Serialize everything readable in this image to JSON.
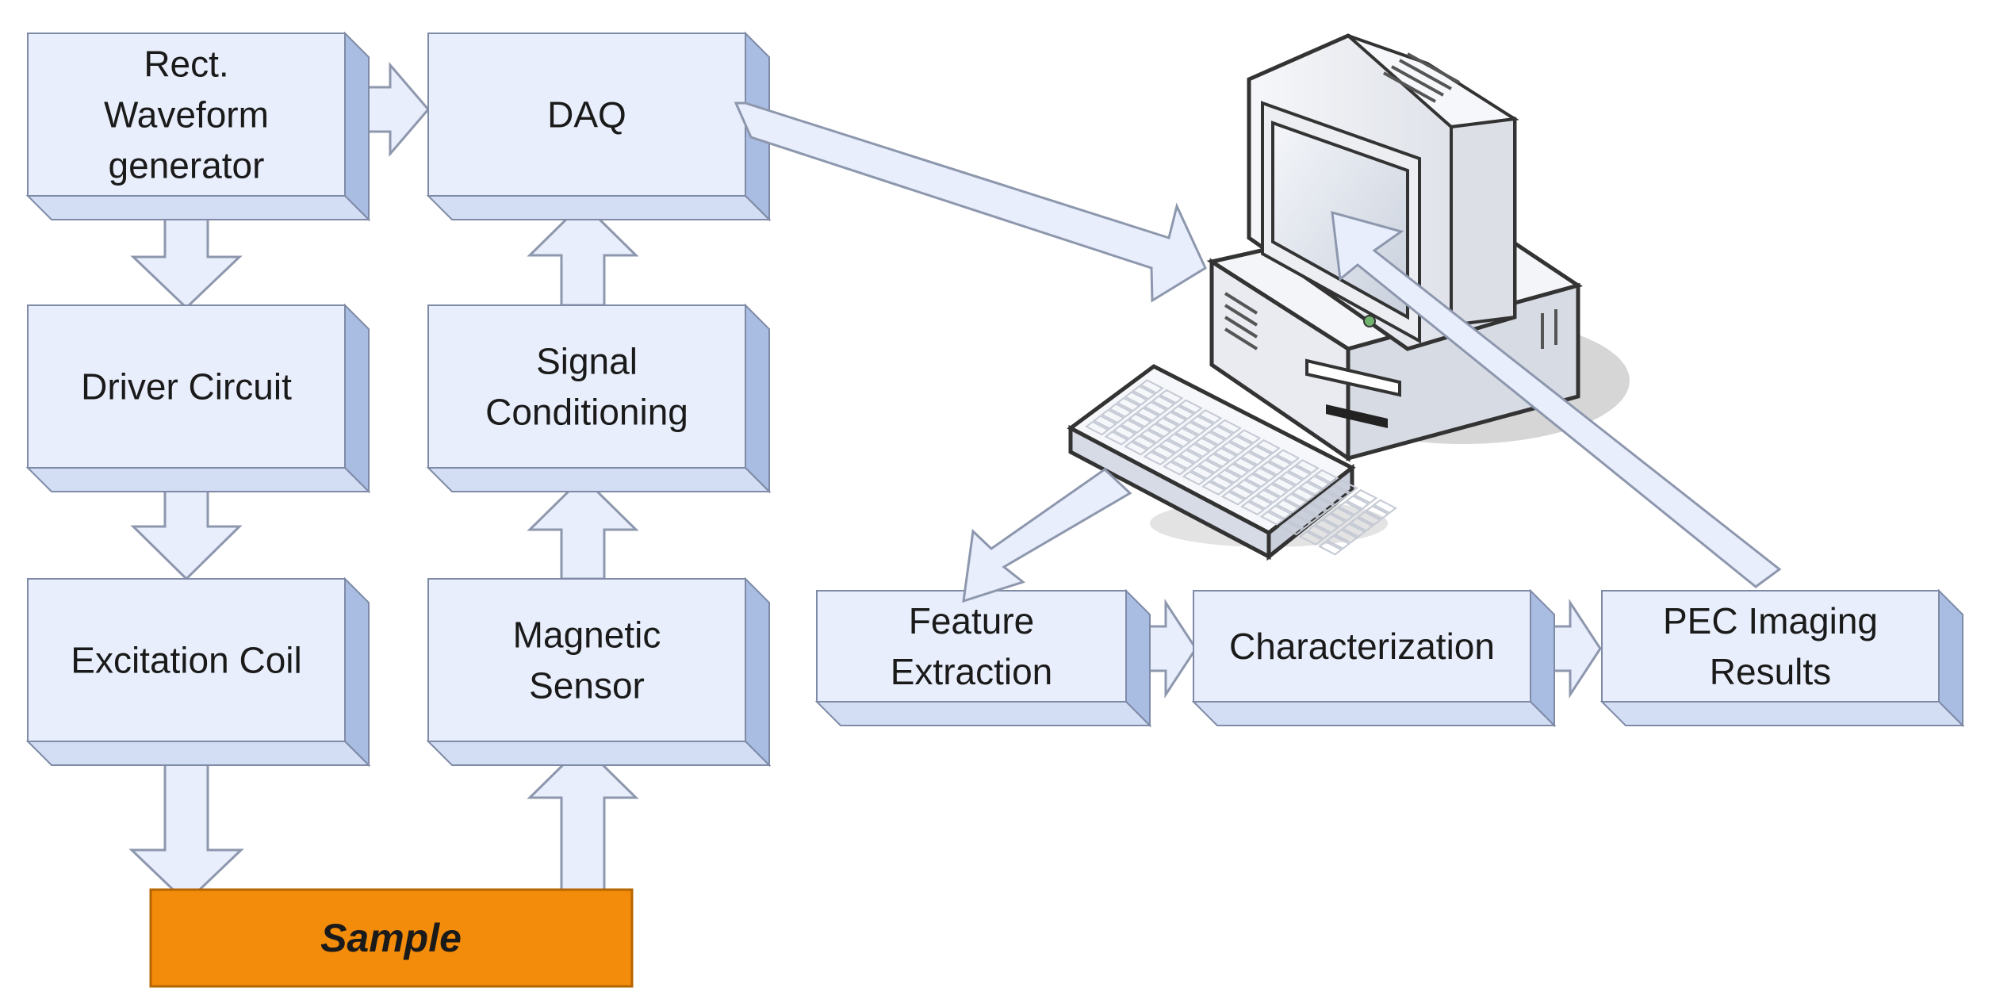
{
  "blocks": {
    "waveform_generator": [
      "Rect.",
      "Waveform",
      "generator"
    ],
    "daq": [
      "DAQ"
    ],
    "driver_circuit": [
      "Driver Circuit"
    ],
    "signal_conditioning": [
      "Signal",
      "Conditioning"
    ],
    "excitation_coil": [
      "Excitation Coil"
    ],
    "magnetic_sensor": [
      "Magnetic",
      "Sensor"
    ],
    "feature_extraction": [
      "Feature",
      "Extraction"
    ],
    "characterization": [
      "Characterization"
    ],
    "pec_imaging_results": [
      "PEC Imaging",
      "Results"
    ],
    "sample": "Sample"
  },
  "colors": {
    "block_face": "#e8eefb",
    "block_side": "#a9bde3",
    "block_top": "#d3def4",
    "block_border": "#7f8aa6",
    "arrow_fill": "#e8eefb",
    "arrow_stroke": "#8d97ad",
    "sample_fill": "#f28c0a",
    "sample_border": "#b66500"
  },
  "icons": {
    "computer": "desktop-computer-icon",
    "keyboard": "keyboard-icon"
  }
}
